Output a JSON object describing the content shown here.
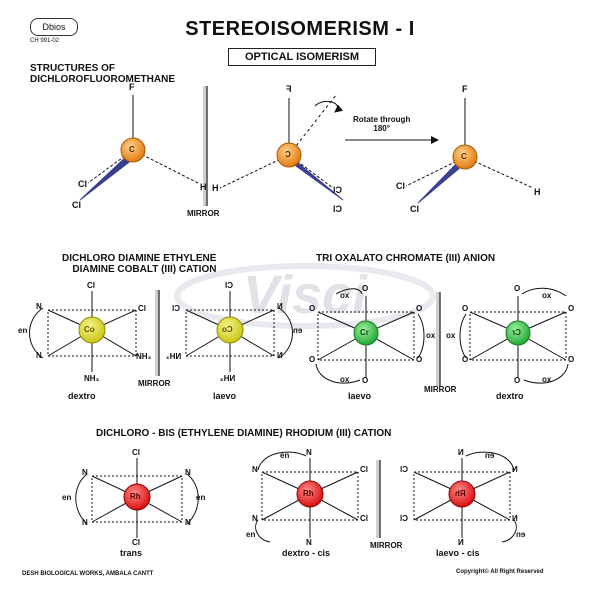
{
  "header": {
    "logo": "Dbios",
    "chart_no": "CH 991-02",
    "title": "STEREOISOMERISM - I",
    "subtitle": "OPTICAL ISOMERISM"
  },
  "section1": {
    "heading_line1": "STRUCTURES OF",
    "heading_line2": "DICHLOROFLUOROMETHANE",
    "rotate_line1": "Rotate through",
    "rotate_line2": "180°",
    "mirror": "MIRROR",
    "atom_F": "F",
    "atom_Cl": "Cl",
    "atom_H": "H",
    "center": "C"
  },
  "section2": {
    "heading_line1": "DICHLORO DIAMINE ETHYLENE",
    "heading_line2": "DIAMINE COBALT (III) CATION",
    "center": "Co",
    "label_dextro": "dextro",
    "label_laevo": "laevo",
    "mirror": "MIRROR",
    "ligand_en": "en",
    "atom_N": "N",
    "atom_Cl": "Cl",
    "nh3": "NH₃"
  },
  "section3": {
    "heading": "TRI OXALATO CHROMATE (III) ANION",
    "center": "Cr",
    "label_laevo": "laevo",
    "label_dextro": "dextro",
    "mirror": "MIRROR",
    "ligand_ox": "ox",
    "atom_O": "O"
  },
  "section4": {
    "heading": "DICHLORO - BIS (ETHYLENE DIAMINE) RHODIUM (III) CATION",
    "center": "Rh",
    "label_trans": "trans",
    "label_dextro_cis": "dextro - cis",
    "label_laevo_cis": "laevo - cis",
    "mirror": "MIRROR",
    "ligand_en": "en",
    "atom_N": "N",
    "atom_Cl": "Cl"
  },
  "footer": {
    "left": "DESH BIOLOGICAL WORKS, AMBALA CANTT",
    "right": "Copyright© All Right Reserved"
  },
  "watermark": "Visci",
  "colors": {
    "carbon": "#ec8a1c",
    "cobalt": "#d6d422",
    "chromium": "#33c24a",
    "rhodium": "#ee1c1c",
    "wedge": "#3a3f8f",
    "watermark": "#c9c9d6"
  }
}
